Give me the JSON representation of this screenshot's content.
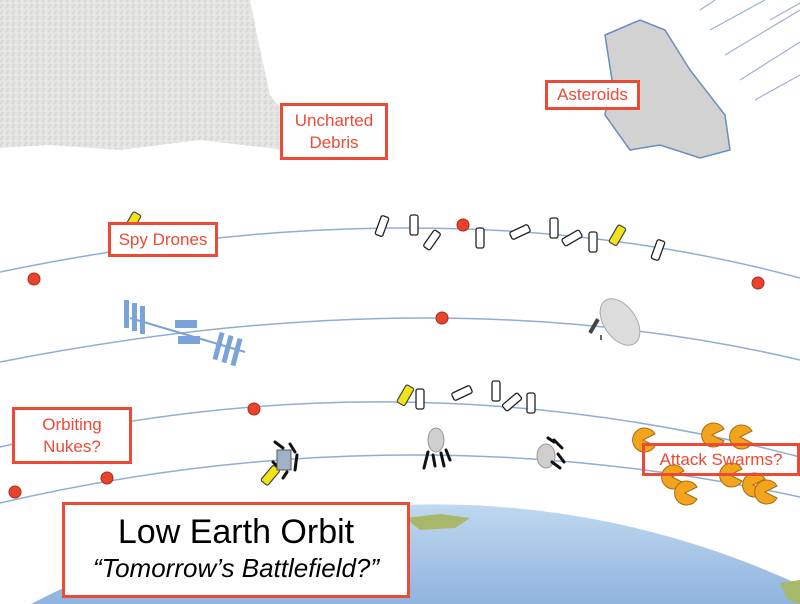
{
  "labels": {
    "debris": [
      "Uncharted",
      "Debris"
    ],
    "asteroids": "Asteroids",
    "spy_drones": "Spy Drones",
    "nukes": [
      "Orbiting",
      "Nukes?"
    ],
    "swarms": "Attack Swarms?"
  },
  "title": {
    "main": "Low Earth Orbit",
    "subtitle": "“Tomorrow’s Battlefield?”"
  },
  "colors": {
    "accent": "#ea4a36",
    "orbit": "#8eaed6",
    "earth": "#a6c6e8",
    "land": "#a8b86a",
    "drone": "#f2e21a",
    "pacman": "#f2a41c"
  }
}
